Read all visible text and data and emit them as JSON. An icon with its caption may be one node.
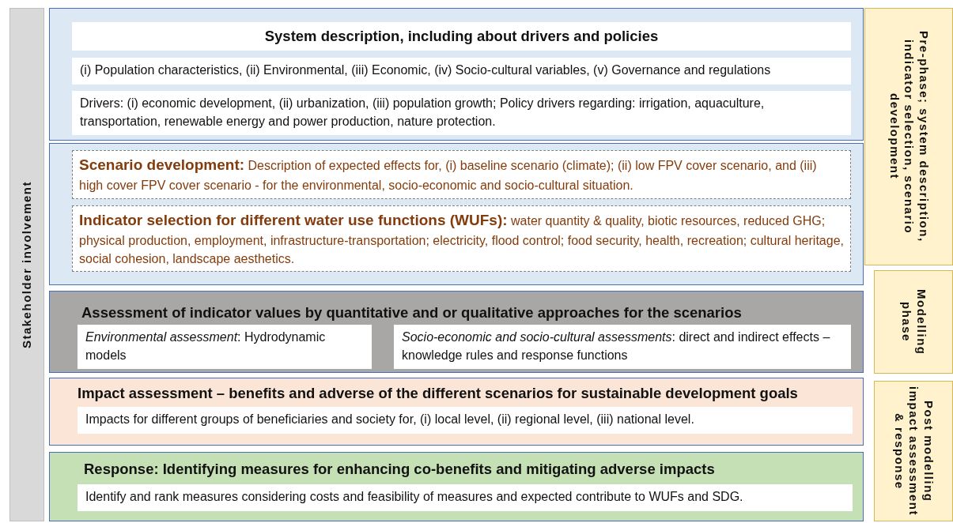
{
  "diagram": {
    "nodes": [
      {
        "text": [
          "Stakeholder involvement"
        ]
      },
      {
        "text": [],
        "shape": "box"
      },
      {
        "text": [
          "System description, including about drivers and policies"
        ],
        "in": 1
      },
      {
        "text": [
          "(i) Population characteristics, (ii) Environmental, (iii) Economic, (iv) Socio-cultural variables, (v) Governance and regulations"
        ],
        "in": 1
      },
      {
        "text": [
          "Drivers: (i) economic development, (ii) urbanization, (iii) population growth; Policy drivers regarding: irrigation, aquaculture, transportation, renewable energy and power production, nature protection."
        ],
        "in": 1
      },
      {
        "text": [],
        "shape": "box"
      },
      {
        "text": [
          "**Scenario development:** Description of expected effects for, (i) baseline scenario (climate); (ii) low FPV cover scenario, and (iii) high cover FPV cover scenario - for the environmental, socio-economic and socio-cultural situation."
        ],
        "in": 5
      },
      {
        "text": [
          "**Indicator selection for different water use functions (WUFs):** water quantity & quality, biotic resources, reduced GHG; physical production, employment, infrastructure-transportation; electricity, flood control; food security, health, recreation; cultural heritage, social cohesion, landscape aesthetics."
        ],
        "in": 5
      },
      {
        "text": [
          "Assessment of indicator values by quantitative and or qualitative approaches for the scenarios"
        ]
      },
      {
        "text": [
          "*Environmental assessment*: Hydrodynamic models"
        ],
        "in": 8
      },
      {
        "text": [
          "*Socio-economic and socio-cultural assessments*: direct and indirect effects – knowledge rules and response functions"
        ],
        "in": 8
      },
      {
        "text": [
          "Impact assessment – benefits and adverse of the different scenarios for sustainable development goals"
        ]
      },
      {
        "text": [
          "Impacts for different groups of beneficiaries and society for, (i) local level, (ii) regional level, (iii) national level."
        ],
        "in": 11
      },
      {
        "text": [
          "Response: Identifying measures for enhancing co-benefits and mitigating adverse impacts"
        ]
      },
      {
        "text": [
          "Identify and rank measures considering costs and feasibility of measures and expected contribute to WUFs and SDG."
        ],
        "in": 13
      },
      {
        "text": [
          "Pre-phase; system description, indicator selection, scenario development"
        ]
      },
      {
        "text": [
          "Modelling phase"
        ]
      },
      {
        "text": [
          "Post modelling impact assessment & response"
        ]
      }
    ],
    "edges": []
  }
}
